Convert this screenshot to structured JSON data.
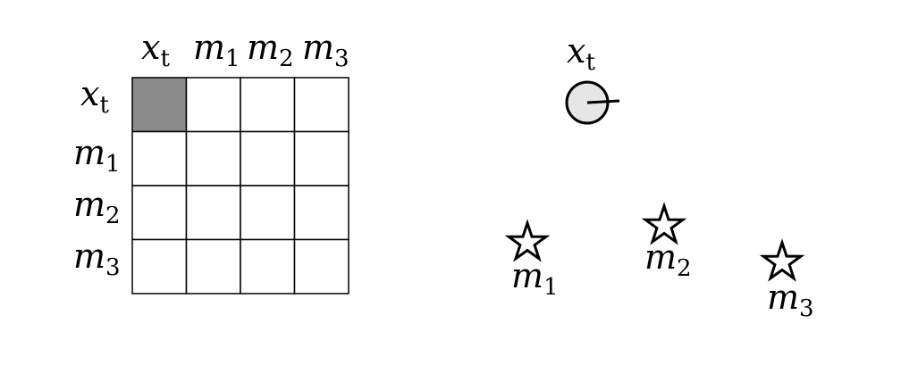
{
  "matrix": {
    "column_headers": [
      {
        "base": "x",
        "sub": "t"
      },
      {
        "base": "m",
        "sub": "1"
      },
      {
        "base": "m",
        "sub": "2"
      },
      {
        "base": "m",
        "sub": "3"
      }
    ],
    "row_headers": [
      {
        "base": "x",
        "sub": "t"
      },
      {
        "base": "m",
        "sub": "1"
      },
      {
        "base": "m",
        "sub": "2"
      },
      {
        "base": "m",
        "sub": "3"
      }
    ],
    "rows": 4,
    "cols": 4,
    "highlighted_cells": [
      [
        0,
        0
      ]
    ],
    "highlight_color": "#8a8a8a",
    "cell_color": "#ffffff",
    "line_color": "#000000"
  },
  "scene": {
    "query": {
      "base": "x",
      "sub": "t",
      "fill": "#e6e6e6",
      "stroke": "#000000"
    },
    "memories": [
      {
        "base": "m",
        "sub": "1"
      },
      {
        "base": "m",
        "sub": "2"
      },
      {
        "base": "m",
        "sub": "3"
      }
    ],
    "star_fill": "#ffffff",
    "star_stroke": "#000000"
  }
}
